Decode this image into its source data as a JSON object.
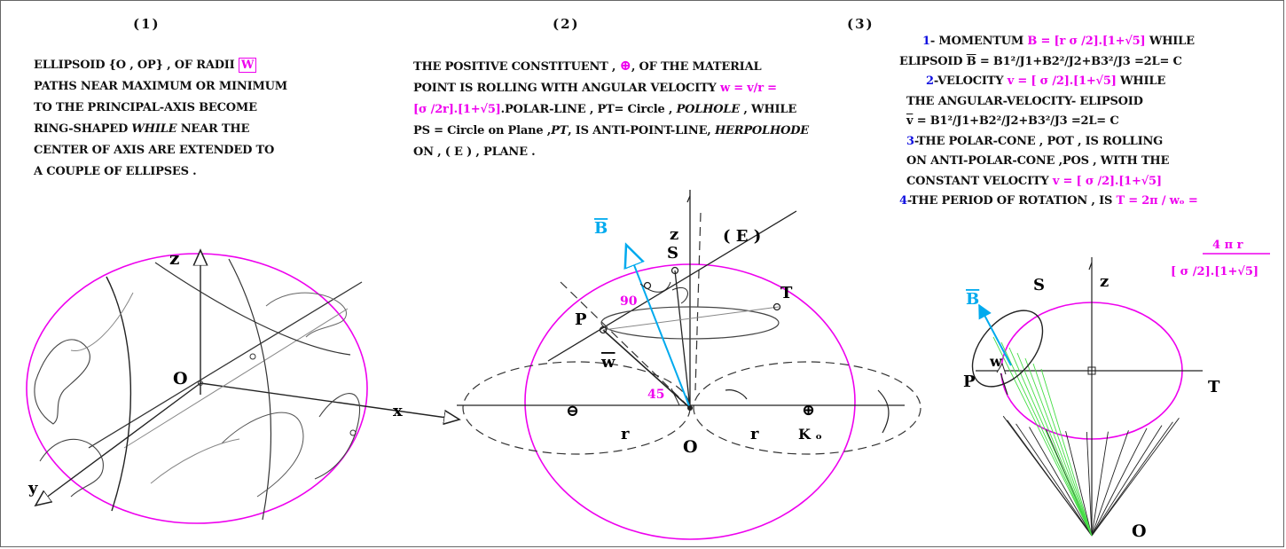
{
  "headers": {
    "p1": "(1)",
    "p2": "(2)",
    "p3": "(3)"
  },
  "panel1": {
    "lines": [
      "ELLIPSOID {O , OP} , OF RADII",
      "PATHS  NEAR MAXIMUM OR MINIMUM",
      "TO THE PRINCIPAL-AXIS BECOME",
      "RING-SHAPED",
      "WHILE",
      "NEAR THE",
      "CENTER OF AXIS ARE EXTENDED TO",
      "A  COUPLE OF ELLIPSES ."
    ],
    "radius_symbol": "W",
    "labels": {
      "z": "z",
      "x": "x",
      "y": "y",
      "o": "O"
    }
  },
  "panel2": {
    "line1": "THE POSITIVE CONSTITUENT ,",
    "line1_tail": ",  OF THE MATERIAL",
    "line2": "POINT IS ROLLING WITH ANGULAR VELOCITY",
    "line2_mag": "w = v/r =",
    "line3_mag": "[σ /2r].[1+√5]",
    "line3": ".POLAR-LINE , PT= Circle ,",
    "line3_it": "POLHOLE",
    "line3_tail": ", WHILE",
    "line4": "PS = Circle on Plane ,",
    "line4_it": "PT",
    "line4_mid": ", IS ANTI-POINT-LINE,",
    "line4_it2": "HERPOLHODE",
    "line5": "ON , ( E ) , PLANE .",
    "labels": {
      "B": "B",
      "z": "z",
      "E": "( E )",
      "S": "S",
      "T": "T",
      "P": "P",
      "w": "w",
      "angle90": "90",
      "angle45": "45",
      "r1": "r",
      "r2": "r",
      "O": "O",
      "K": "K ₒ",
      "minus": "⊖",
      "plus": "⊕"
    }
  },
  "panel3": {
    "l1_num": "1",
    "l1": "- MOMENTUM",
    "l1_mag": "B = [r σ /2].[1+√5]",
    "l1_tail": "WHILE",
    "l2": "ELIPSOID",
    "l2_b": "B",
    "l2_tail": "= B1²/J1+B2²/J2+B3²/J3 =2L= C",
    "l3_num": "2",
    "l3": "-VELOCITY",
    "l3_mag": "v = [ σ /2].[1+√5]",
    "l3_tail": "WHILE",
    "l4": "THE ANGULAR-VELOCITY- ELIPSOID",
    "l5_v": "v",
    "l5": "= B1²/J1+B2²/J2+B3²/J3 =2L= C",
    "l6_num": "3",
    "l6": "-THE POLAR-CONE  , POT , IS ROLLING",
    "l7": "ON ANTI-POLAR-CONE  ,POS , WITH THE",
    "l8": "CONSTANT VELOCITY",
    "l8_mag": "v =  [ σ /2].[1+√5]",
    "l9_num": "4",
    "l9": "-THE PERIOD OF ROTATION , IS",
    "l9_mag": "T = 2π / wₒ =",
    "frac_num": "4 π r",
    "frac_den": "[ σ /2].[1+√5]",
    "labels": {
      "B": "B",
      "S": "S",
      "z": "z",
      "w": "w",
      "P": "P",
      "T": "T",
      "O": "O"
    }
  },
  "colors": {
    "magenta": "#ee00ee",
    "cyan": "#00aaee",
    "blue": "#1010e0"
  }
}
